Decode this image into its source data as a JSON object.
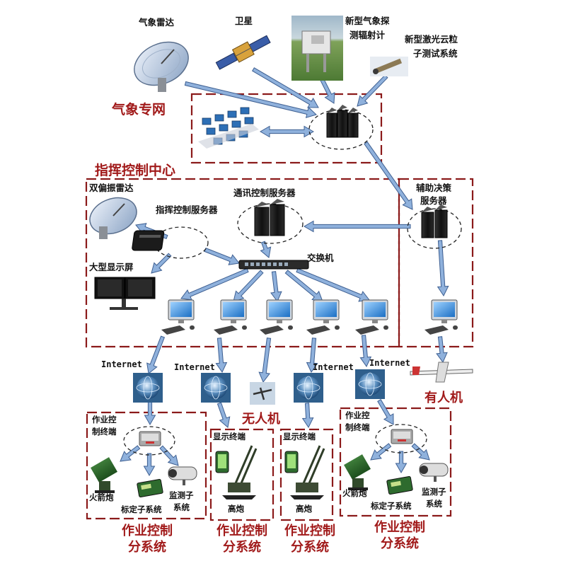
{
  "top": {
    "weather_radar": "气象雷达",
    "satellite": "卫星",
    "radiometer_line1": "新型气象探",
    "radiometer_line2": "测辐射计",
    "laser_line1": "新型激光云粒",
    "laser_line2": "子测试系统",
    "weather_network": "气象专网"
  },
  "command_center": {
    "title": "指挥控制中心",
    "dual_pol_radar": "双偏振雷达",
    "comm_server": "通讯控制服务器",
    "command_server": "指挥控制服务器",
    "switch": "交换机",
    "large_display": "大型显示屏",
    "decision_line1": "辅助决策",
    "decision_line2": "服务器"
  },
  "links": {
    "internet": "Internet",
    "uav": "无人机",
    "manned_aircraft": "有人机"
  },
  "subsystems": {
    "terminal_line1": "作业控",
    "terminal_line2": "制终端",
    "display_terminal": "显示终端",
    "rocket": "火箭炮",
    "calibration": "标定子系统",
    "monitor_line1": "监测子",
    "monitor_line2": "系统",
    "anti_aircraft_gun": "高炮",
    "caption_line1": "作业控制",
    "caption_line2": "分系统"
  },
  "colors": {
    "box_border": "#8b1a1a",
    "label_red": "#a11a1a",
    "arrow_fill": "#8fb1dc",
    "arrow_stroke": "#3e5f91"
  }
}
